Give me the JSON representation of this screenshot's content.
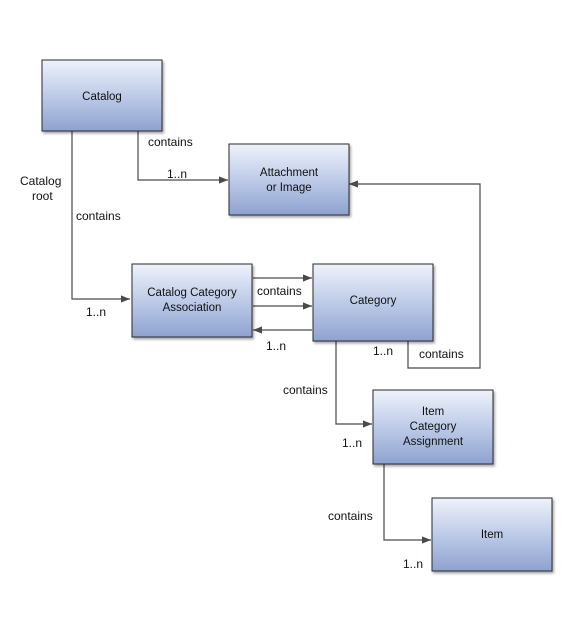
{
  "diagram": {
    "nodes": {
      "catalog": [
        "Catalog"
      ],
      "attachment": [
        "Attachment",
        "or Image"
      ],
      "catalog_category_association": [
        "Catalog Category",
        "Association"
      ],
      "category": [
        "Category"
      ],
      "item_category_assignment": [
        "Item",
        "Category",
        "Assignment"
      ],
      "item": [
        "Item"
      ]
    },
    "edge_labels": {
      "catalog_attachment_verb": "contains",
      "catalog_attachment_mult": "1..n",
      "catalog_root": [
        "Catalog",
        "root"
      ],
      "catalog_assoc_verb": "contains",
      "catalog_assoc_mult": "1..n",
      "assoc_category_verb": "contains",
      "category_assoc_mult": "1..n",
      "category_attachment_mult": "1..n",
      "category_attachment_verb": "contains",
      "category_assignment_verb": "contains",
      "category_assignment_mult": "1..n",
      "assignment_item_verb": "contains",
      "assignment_item_mult": "1..n"
    }
  }
}
